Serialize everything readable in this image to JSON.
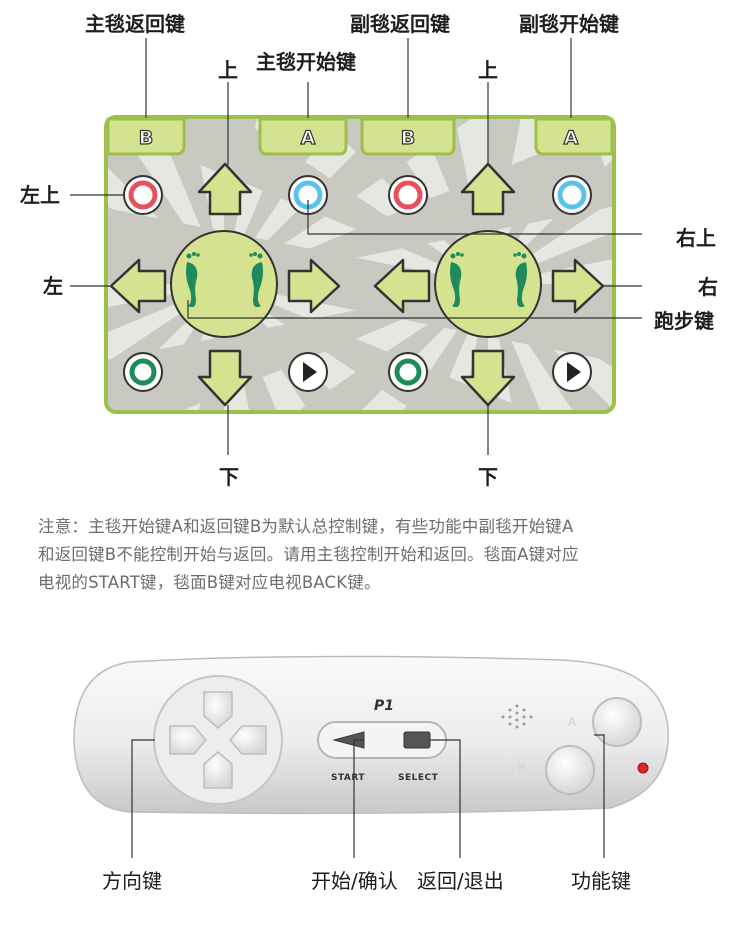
{
  "mat": {
    "labels": {
      "main_back": "主毯返回键",
      "sub_back": "副毯返回键",
      "sub_start": "副毯开始键",
      "main_start": "主毯开始键",
      "up_left": "上",
      "up_right": "上",
      "top_left": "左上",
      "top_right": "右上",
      "left": "左",
      "right": "右",
      "run": "跑步键",
      "down_left": "下",
      "down_right": "下"
    },
    "tabs": [
      "B",
      "A",
      "B",
      "A"
    ],
    "colors": {
      "mat_border": "#9cc04b",
      "pad_fill": "#d5e28f",
      "red_ring": "#e8505b",
      "blue_ring": "#5bc2ea",
      "green_ring": "#1f8a5a"
    }
  },
  "note": {
    "lines": [
      "注意：主毯开始键A和返回键B为默认总控制键，有些功能中副毯开始键A",
      "和返回键B不能控制开始与返回。请用主毯控制开始和返回。毯面A键对应",
      "电视的START键，毯面B键对应电视BACK键。"
    ]
  },
  "controller": {
    "player": "P1",
    "start_text": "START",
    "select_text": "SELECT",
    "labels": {
      "dpad": "方向键",
      "start": "开始/确认",
      "back": "返回/退出",
      "func": "功能键"
    }
  }
}
